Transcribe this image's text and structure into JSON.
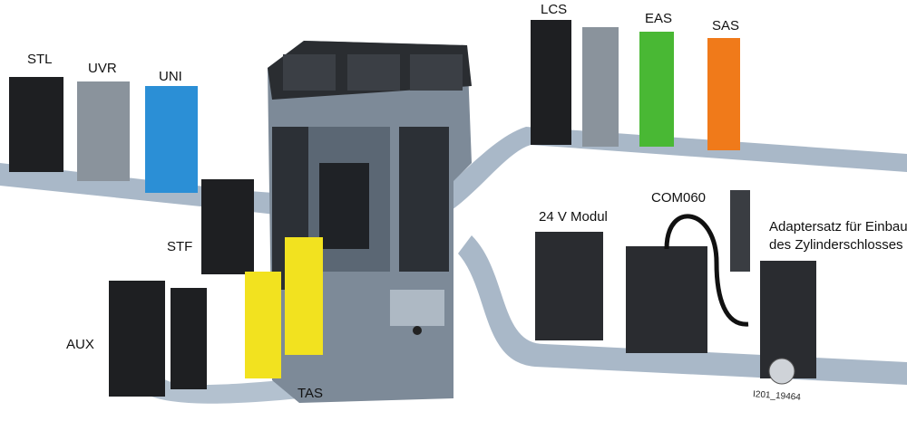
{
  "labels": {
    "stl": "STL",
    "uvr": "UVR",
    "uni": "UNI",
    "stf": "STF",
    "aux": "AUX",
    "tas": "TAS",
    "lcs": "LCS",
    "eas": "EAS",
    "sas": "SAS",
    "modul24v": "24 V Modul",
    "com060": "COM060",
    "adapter_line1": "Adaptersatz für Einbau",
    "adapter_line2": "des Zylinderschlosses"
  },
  "figure_id": "I201_19464",
  "colors": {
    "ribbon": "#a9b8c8",
    "breaker": "#6f7d8c",
    "black_module": "#1e1f22",
    "gray_module": "#8a939c",
    "blue_module": "#2b8fd6",
    "yellow_module": "#f2e21f",
    "green_module": "#49b834",
    "orange_module": "#f07a1a"
  }
}
